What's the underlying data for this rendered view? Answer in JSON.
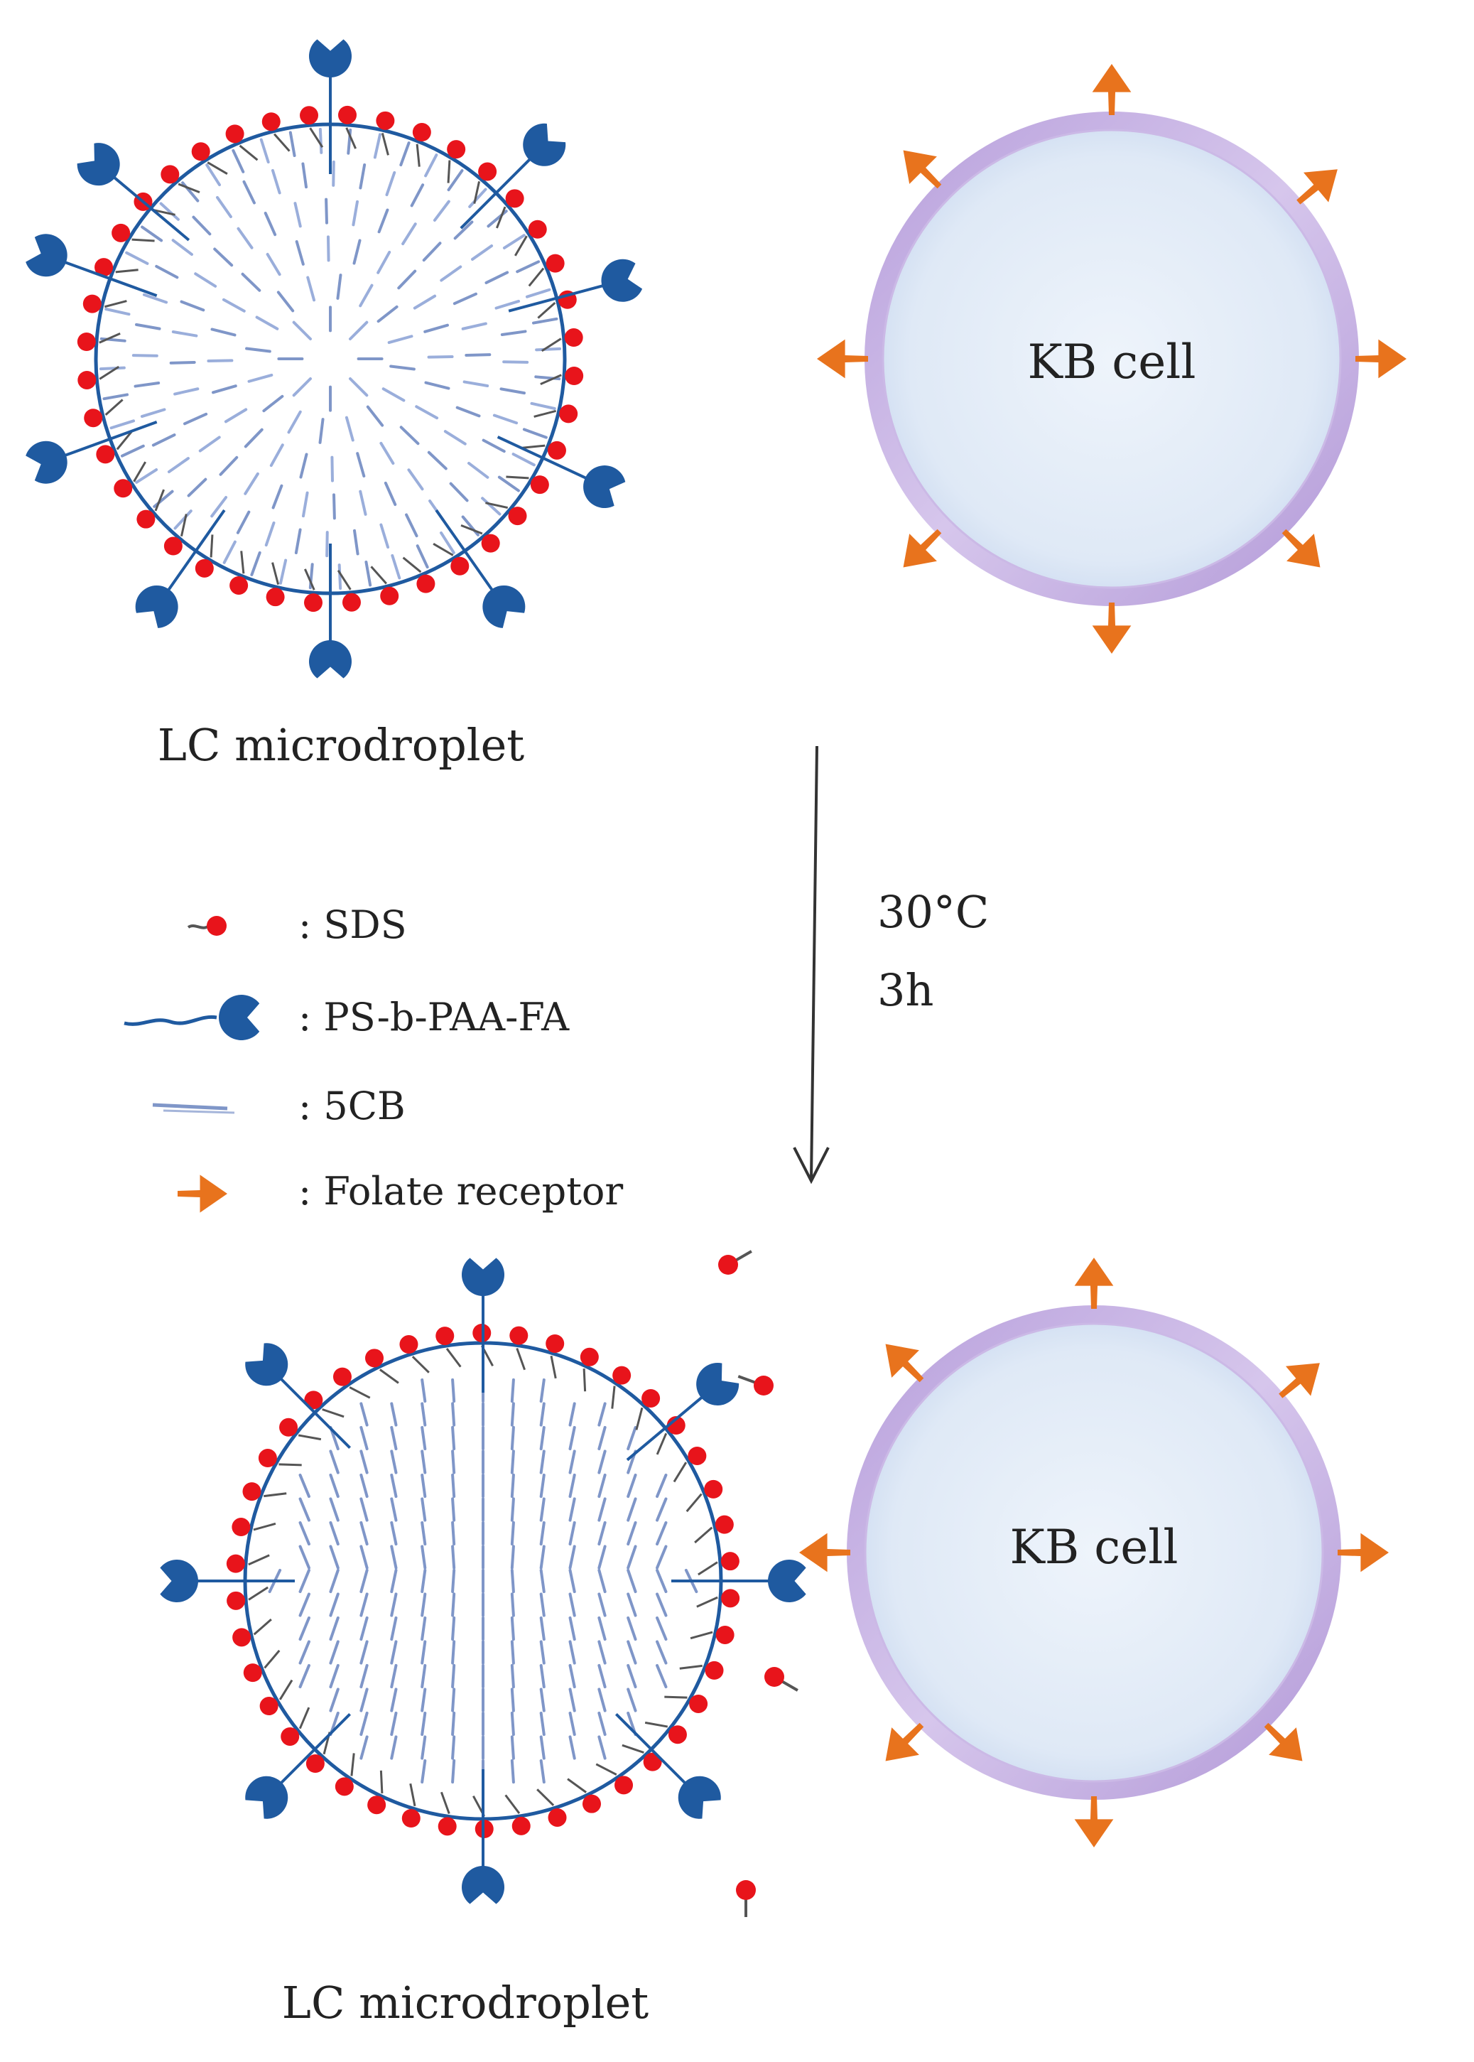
{
  "labels": {
    "droplet_top": "LC microdroplet",
    "droplet_bottom": "LC microdroplet",
    "cell_top": "KB cell",
    "cell_bottom": "KB cell",
    "condition_temp": "30°C",
    "condition_time": "3h"
  },
  "legend": [
    {
      "symbol": "sds",
      "label": ": SDS"
    },
    {
      "symbol": "ps-b-paa-fa",
      "label": ": PS-b-PAA-FA"
    },
    {
      "symbol": "5cb",
      "label": ": 5CB"
    },
    {
      "symbol": "folate-receptor",
      "label": ": Folate receptor"
    }
  ],
  "colors": {
    "sds_red": "#e8141b",
    "polymer_blue": "#1f5aa0",
    "lc_line": "#7f96c8",
    "cell_membrane": "#c3aee0",
    "cell_inner": "#e4eef8",
    "receptor_orange": "#e8731d",
    "text": "#222222"
  }
}
